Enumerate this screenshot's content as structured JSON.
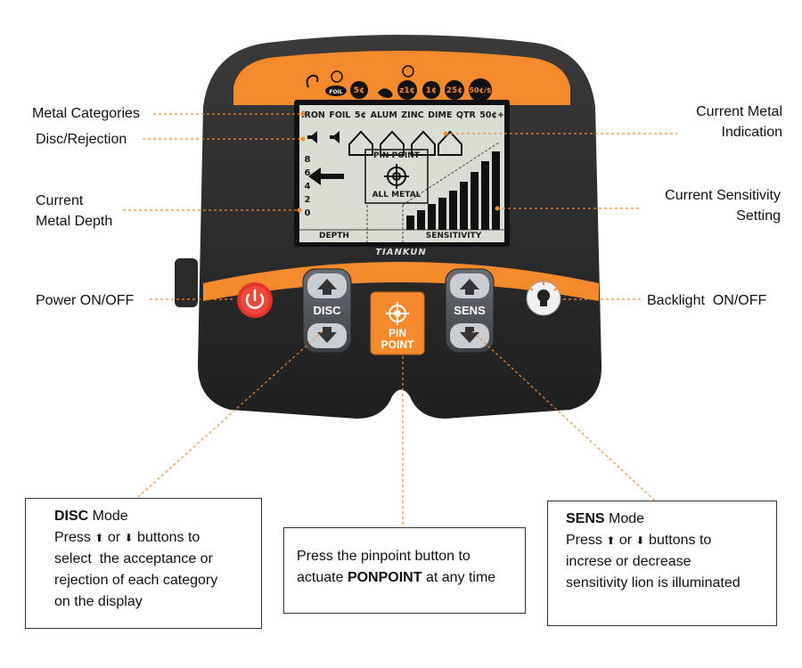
{
  "colors": {
    "orange": "#f58a2c",
    "body": "#2b2b2b",
    "lcd": "#d9ddd3",
    "lcdText": "#1a1a1a",
    "power": "#e2342a"
  },
  "brand": "TIANKUN",
  "top_icons": [
    "fishhook",
    "foil",
    "5¢",
    "pull-tab",
    "z1¢",
    "1¢",
    "25¢",
    "50¢/$"
  ],
  "lcd": {
    "categories": [
      "IRON",
      "FOIL",
      "5¢",
      "ALUM",
      "ZINC",
      "DIME",
      "QTR",
      "50¢+"
    ],
    "depth_scale": [
      "8",
      "6",
      "4",
      "2",
      "0"
    ],
    "pinpoint": "PIN POINT",
    "all_metal": "ALL METAL",
    "depth_label": "DEPTH",
    "sensitivity_label": "SENSITIVITY"
  },
  "buttons": {
    "disc": "DISC",
    "sens": "SENS",
    "pinpoint_line1": "PIN",
    "pinpoint_line2": "POINT"
  },
  "callouts": {
    "metal_categories": "Metal Categories",
    "disc_rejection": "Disc/Rejection",
    "current_metal_depth_1": "Current",
    "current_metal_depth_2": "Metal Depth",
    "power": "Power ON/OFF",
    "current_metal_indication_1": "Current Metal",
    "current_metal_indication_2": "Indication",
    "current_sensitivity_1": "Current Sensitivity",
    "current_sensitivity_2": "Setting",
    "backlight": "Backlight  ON/OFF"
  },
  "boxes": {
    "disc": {
      "title": "DISC",
      "title_rest": " Mode",
      "line1_a": "Press",
      "line1_b": " or ",
      "line1_c": " buttons to",
      "line2": "select  the acceptance or",
      "line3": "rejection of each category",
      "line4": "on the display"
    },
    "pinpoint": {
      "line1": "Press the pinpoint button to",
      "line2_a": "actuate ",
      "line2_bold": "PONPOINT",
      "line2_c": " at any time"
    },
    "sens": {
      "title": "SENS",
      "title_rest": " Mode",
      "line1_a": "Press ",
      "line1_b": " or ",
      "line1_c": " buttons to",
      "line2": "increse or decrease",
      "line3": "sensitivity lion is illuminated"
    }
  }
}
